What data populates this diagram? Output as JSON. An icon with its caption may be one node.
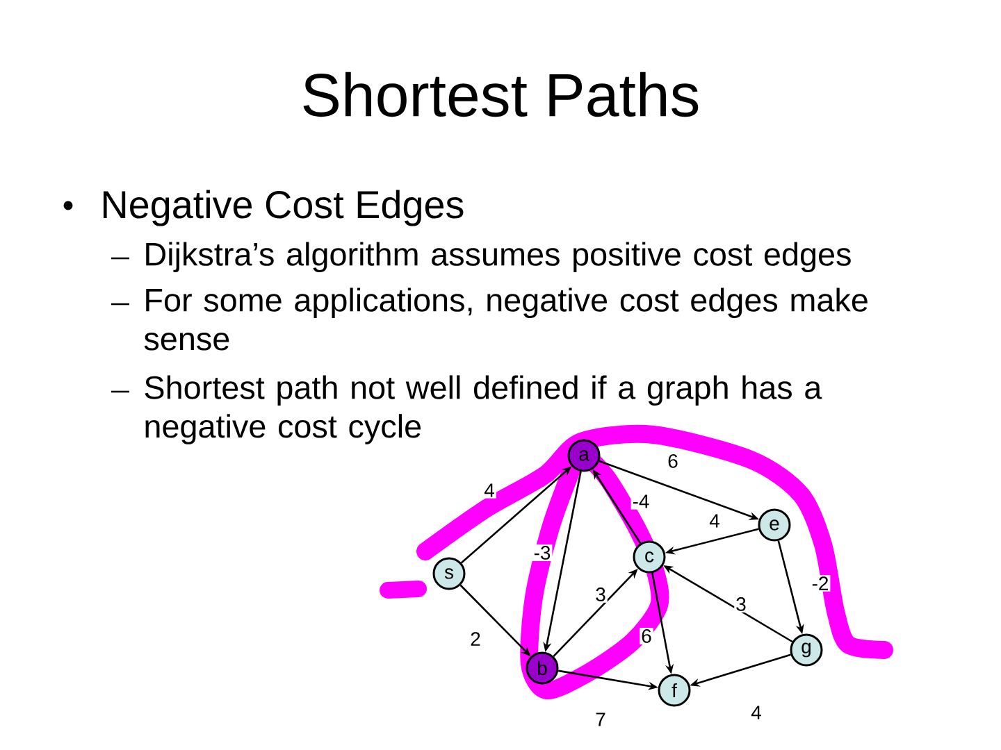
{
  "diagram": {
    "title": "Shortest Paths",
    "nodes": [
      {
        "text": [
          "s"
        ]
      },
      {
        "text": [
          "a"
        ]
      },
      {
        "text": [
          "b"
        ]
      },
      {
        "text": [
          "c"
        ]
      },
      {
        "text": [
          "e"
        ]
      },
      {
        "text": [
          "f"
        ]
      },
      {
        "text": [
          "g"
        ]
      }
    ],
    "edges": [
      {
        "from": 0,
        "to": 1,
        "arrow": "to",
        "label": "4"
      },
      {
        "from": 0,
        "to": 2,
        "arrow": "to",
        "label": "2"
      },
      {
        "from": 1,
        "to": 2,
        "arrow": "to",
        "label": "-3"
      },
      {
        "from": 3,
        "to": 1,
        "arrow": "to",
        "label": "-4"
      },
      {
        "from": 1,
        "to": 4,
        "arrow": "to",
        "label": "6"
      },
      {
        "from": 4,
        "to": 3,
        "arrow": "to",
        "label": "4"
      },
      {
        "from": 2,
        "to": 3,
        "arrow": "to",
        "label": "3"
      },
      {
        "from": 3,
        "to": 5,
        "arrow": "to",
        "label": "6"
      },
      {
        "from": 4,
        "to": 6,
        "arrow": "to",
        "label": "-2"
      },
      {
        "from": 6,
        "to": 3,
        "arrow": "to",
        "label": "3"
      },
      {
        "from": 2,
        "to": 5,
        "arrow": "to",
        "label": "7"
      },
      {
        "from": 6,
        "to": 5,
        "arrow": "to",
        "label": "4"
      }
    ],
    "labels": [
      "Negative Cost Edges",
      "Dijkstra’s algorithm assumes positive cost edges",
      "For some applications, negative cost edges make sense",
      "Shortest path not well defined if a graph has a negative cost cycle"
    ]
  }
}
